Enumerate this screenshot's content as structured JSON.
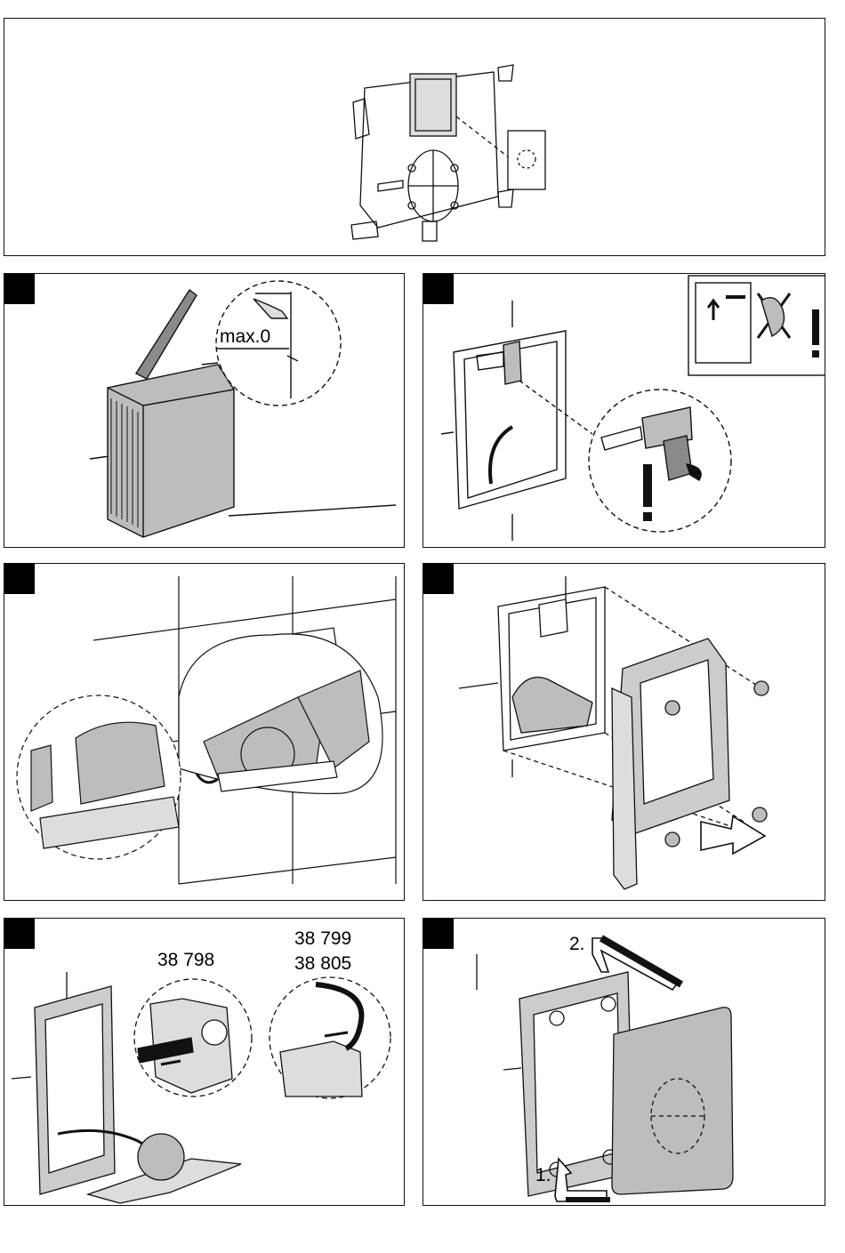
{
  "panels": [
    {
      "id": "overview",
      "has_marker": false
    },
    {
      "id": "step1",
      "has_marker": true
    },
    {
      "id": "step2",
      "has_marker": true
    },
    {
      "id": "step3",
      "has_marker": true
    },
    {
      "id": "step4",
      "has_marker": true
    },
    {
      "id": "step5",
      "has_marker": true
    },
    {
      "id": "step6",
      "has_marker": true
    }
  ],
  "labels": {
    "max_depth": "max.0",
    "model_a": "38 798",
    "model_b": "38 799",
    "model_c": "38 805",
    "order_first": "1.",
    "order_second": "2."
  },
  "colors": {
    "line": "#111111",
    "part_fill": "#bdbdbd",
    "part_dark": "#8a8a8a",
    "background": "#ffffff"
  },
  "icons": [
    "exclamation-icon",
    "arrow-icon",
    "rotate-arrow-icon",
    "cross-out-icon"
  ]
}
